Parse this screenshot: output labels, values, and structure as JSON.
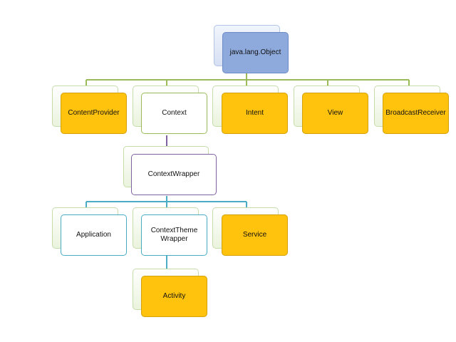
{
  "colors": {
    "root_fill": "#8eaadc",
    "gold_fill": "#ffc30d",
    "green_line": "#9bbb59",
    "purple_line": "#8064a2",
    "teal_line": "#4bacc6"
  },
  "nodes": {
    "object": "java.lang.Object",
    "content_provider": "ContentProvider",
    "context": "Context",
    "intent": "Intent",
    "view": "View",
    "broadcast_receiver": "BroadcastReceiver",
    "context_wrapper": "ContextWrapper",
    "application": "Application",
    "context_theme_wrapper": "ContextTheme\nWrapper",
    "service": "Service",
    "activity": "Activity"
  }
}
